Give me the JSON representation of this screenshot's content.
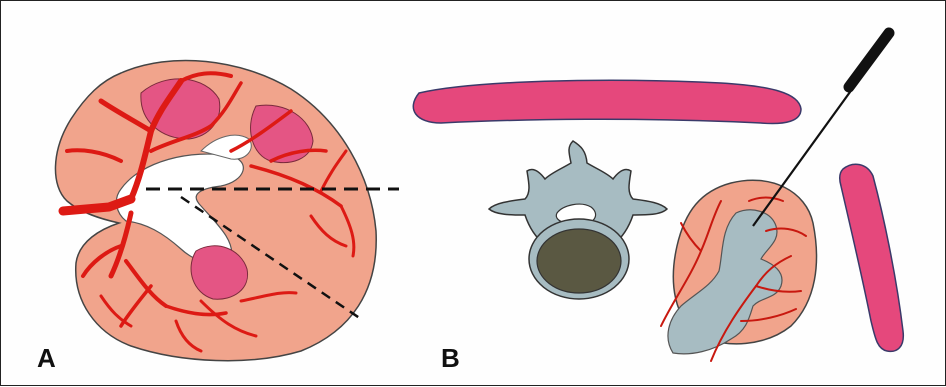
{
  "panels": [
    {
      "label": "A"
    },
    {
      "label": "B"
    }
  ],
  "colors": {
    "kidney": "#f1a48c",
    "vessel": "#dd1a14",
    "pyramid": "#e45584",
    "muscle": "#e5487c",
    "vertebra": "#a7bcc2",
    "vertebral_body": "#5a5842",
    "outline": "#333333"
  },
  "icons": [
    "kidney-section",
    "renal-artery-branches",
    "psoas-muscle",
    "vertebra",
    "biopsy-needle",
    "cut-plane-lines"
  ]
}
